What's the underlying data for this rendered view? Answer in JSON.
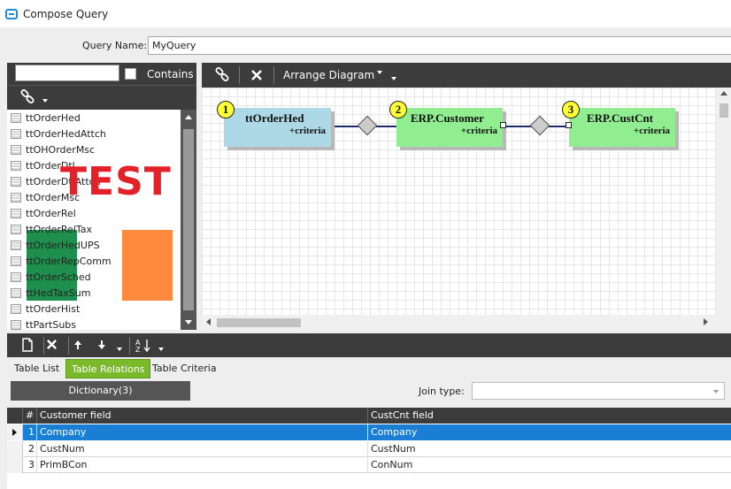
{
  "window": {
    "title": "Compose Query"
  },
  "query": {
    "name_label": "Query Name:",
    "name_value": "MyQuery"
  },
  "table_search": {
    "value": "",
    "contains_label": "Contains",
    "contains_checked": false
  },
  "table_list": {
    "items": [
      "ttOrderHed",
      "ttOrderHedAttch",
      "ttOHOrderMsc",
      "ttOrderDtl",
      "ttOrderDtlAttch",
      "ttOrderMsc",
      "ttOrderRel",
      "ttOrderRelTax",
      "ttOrderHedUPS",
      "ttOrderRepComm",
      "ttOrderSched",
      "ttHedTaxSum",
      "ttOrderHist",
      "ttPartSubs"
    ],
    "overlay_text": "TEST"
  },
  "diagram_toolbar": {
    "arrange_label": "Arrange Diagram"
  },
  "diagram": {
    "nodes": [
      {
        "number": "1",
        "name": "ttOrderHed",
        "criteria": "+criteria",
        "color": "#add8e6"
      },
      {
        "number": "2",
        "name": "ERP.Customer",
        "criteria": "+criteria",
        "color": "#90ee90"
      },
      {
        "number": "3",
        "name": "ERP.CustCnt",
        "criteria": "+criteria",
        "color": "#90ee90"
      }
    ]
  },
  "tabs": [
    {
      "label": "Table List",
      "active": false
    },
    {
      "label": "Table Relations",
      "active": true
    },
    {
      "label": "Table Criteria",
      "active": false
    }
  ],
  "relations": {
    "dictionary_label": "Dictionary(3)",
    "join_type_label": "Join type:",
    "join_type_value": "",
    "columns": [
      "#",
      "Customer field",
      "CustCnt field"
    ],
    "rows": [
      {
        "num": "1",
        "left": "Company",
        "right": "Company",
        "selected": true
      },
      {
        "num": "2",
        "left": "CustNum",
        "right": "CustNum",
        "selected": false
      },
      {
        "num": "3",
        "left": "PrimBCon",
        "right": "ConNum",
        "selected": false
      }
    ]
  },
  "colors": {
    "accent_tab": "#7ab929",
    "selection": "#1a7fd4",
    "toolbar_dark": "#3c3c3c"
  }
}
